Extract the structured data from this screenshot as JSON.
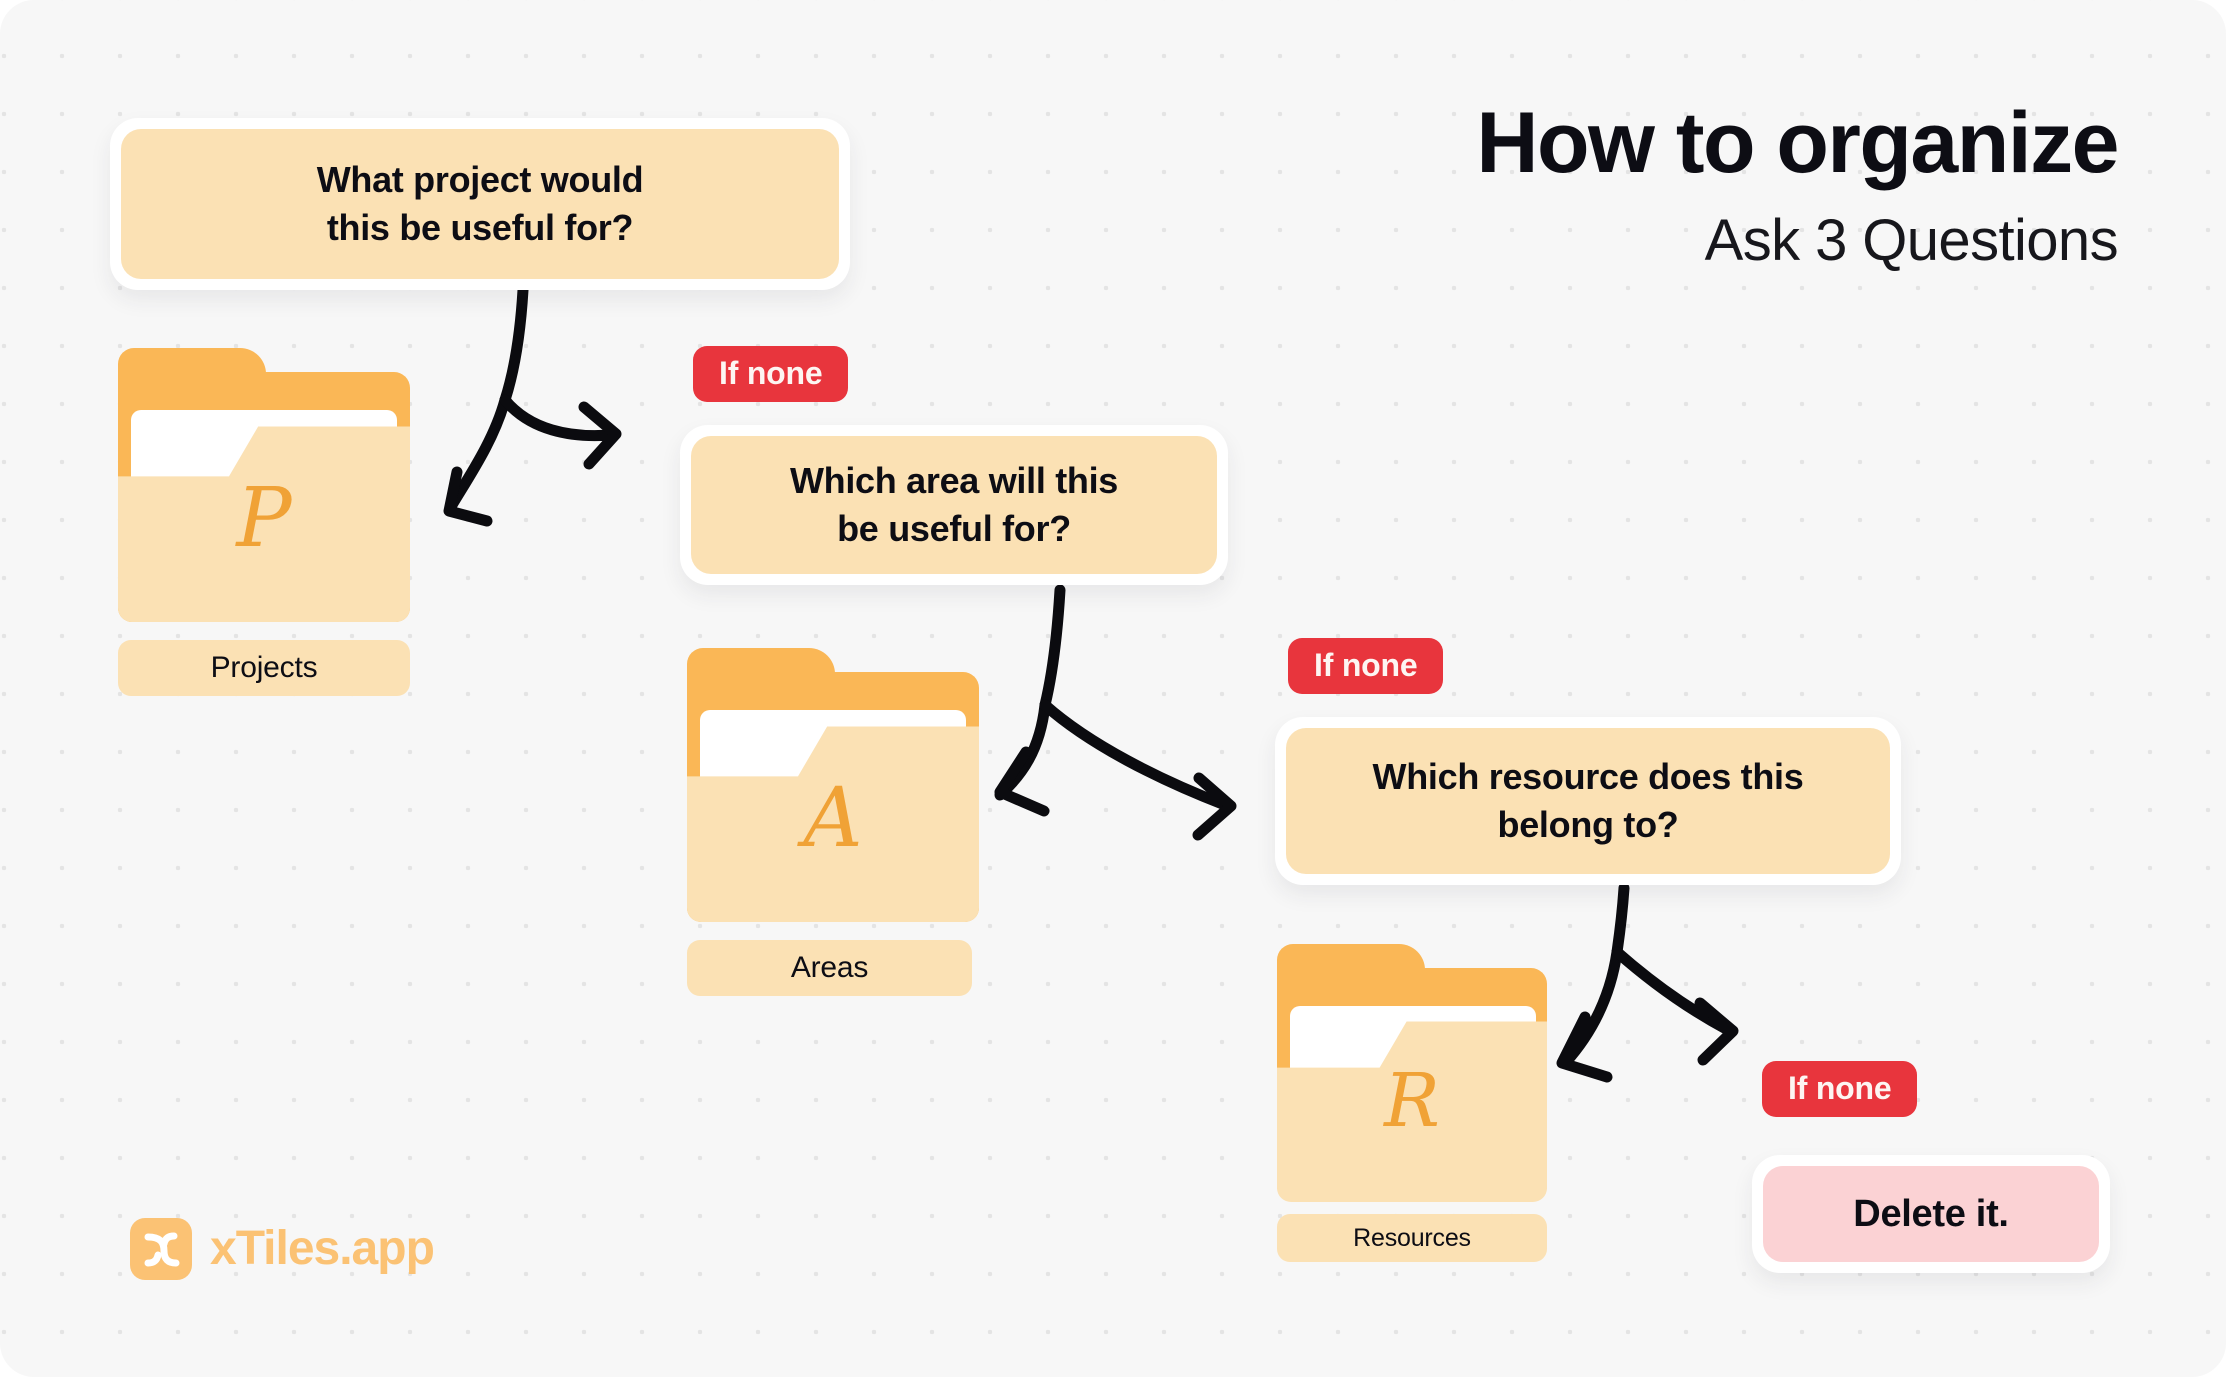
{
  "header": {
    "title": "How to organize",
    "subtitle": "Ask 3 Questions"
  },
  "questions": [
    {
      "id": "q1",
      "text_line1": "What project would",
      "text_line2": "this be useful for?"
    },
    {
      "id": "q2",
      "text_line1": "Which area will this",
      "text_line2": "be useful for?"
    },
    {
      "id": "q3",
      "text_line1": "Which resource does this",
      "text_line2": "belong to?"
    },
    {
      "id": "q4",
      "text_line1": "Delete it.",
      "text_line2": ""
    }
  ],
  "badges": {
    "if_none_1": "If none",
    "if_none_2": "If none",
    "if_none_3": "If none"
  },
  "folders": [
    {
      "letter": "P",
      "label": "Projects"
    },
    {
      "letter": "A",
      "label": "Areas"
    },
    {
      "letter": "R",
      "label": "Resources"
    }
  ],
  "logo": {
    "text": "xTiles.app",
    "mark": "xtiles-swoosh-icon"
  },
  "colors": {
    "canvas_bg": "#f7f7f7",
    "card_fill": "#fbe1b4",
    "card_ring": "#ffffff",
    "delete_fill": "#fbd2d4",
    "badge_red": "#e8353d",
    "folder_back": "#fab756",
    "folder_front": "#fbe1b4",
    "folder_letter": "#f0a236",
    "brand_orange": "#fbc274",
    "text_dark": "#0d0d14",
    "arrow": "#0b0b0f"
  }
}
